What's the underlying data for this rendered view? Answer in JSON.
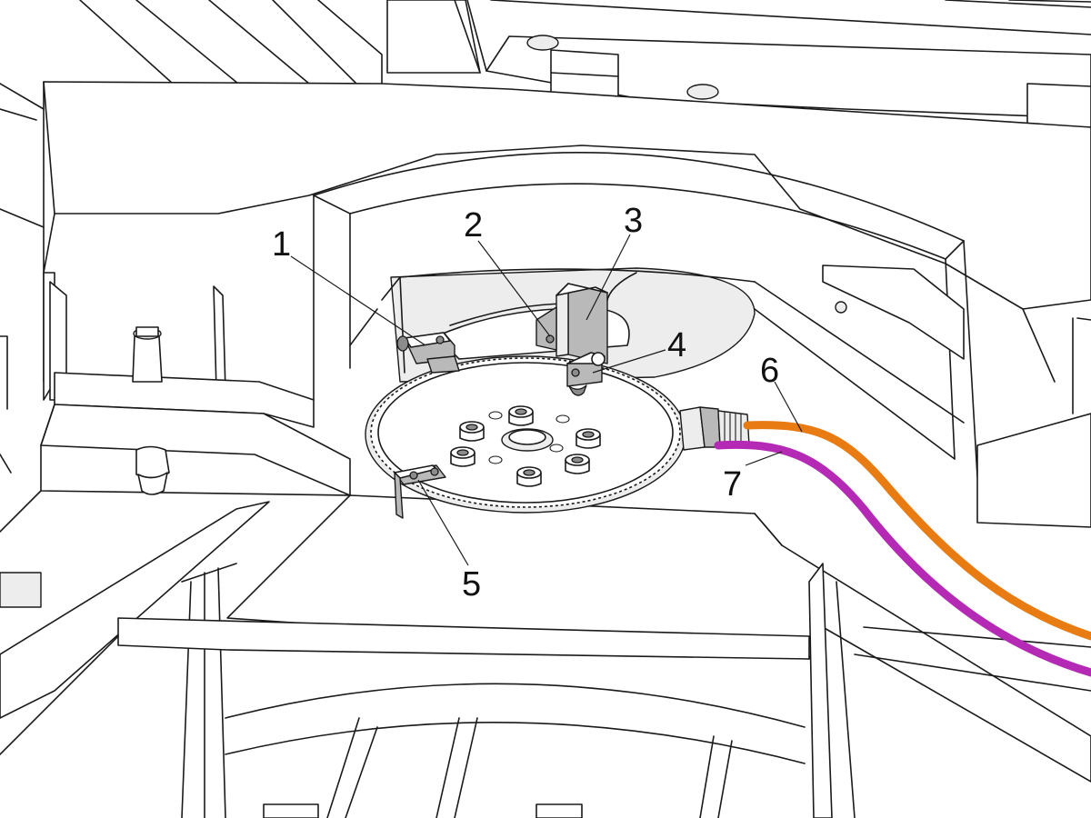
{
  "callouts": [
    {
      "id": "1",
      "label": "1"
    },
    {
      "id": "2",
      "label": "2"
    },
    {
      "id": "3",
      "label": "3"
    },
    {
      "id": "4",
      "label": "4"
    },
    {
      "id": "5",
      "label": "5"
    },
    {
      "id": "6",
      "label": "6"
    },
    {
      "id": "7",
      "label": "7"
    }
  ],
  "colors": {
    "hose_6": "#e87b12",
    "hose_7": "#b42ab4",
    "line": "#1a1a1a",
    "shade": "#ededed",
    "background": "#ffffff"
  }
}
